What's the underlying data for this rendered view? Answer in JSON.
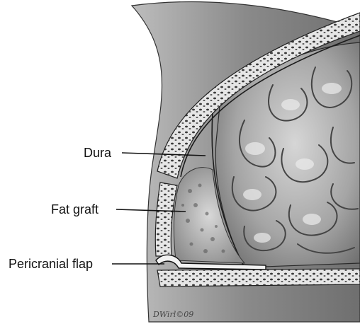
{
  "labels": {
    "dura": "Dura",
    "fat_graft": "Fat graft",
    "pericranial_flap": "Pericranial flap"
  },
  "signature": "DWirl©09",
  "colors": {
    "scalp": "#8d8d8d",
    "bone": "#e2e2e2",
    "brain": "#9a9a9a",
    "leader": "#111111"
  }
}
